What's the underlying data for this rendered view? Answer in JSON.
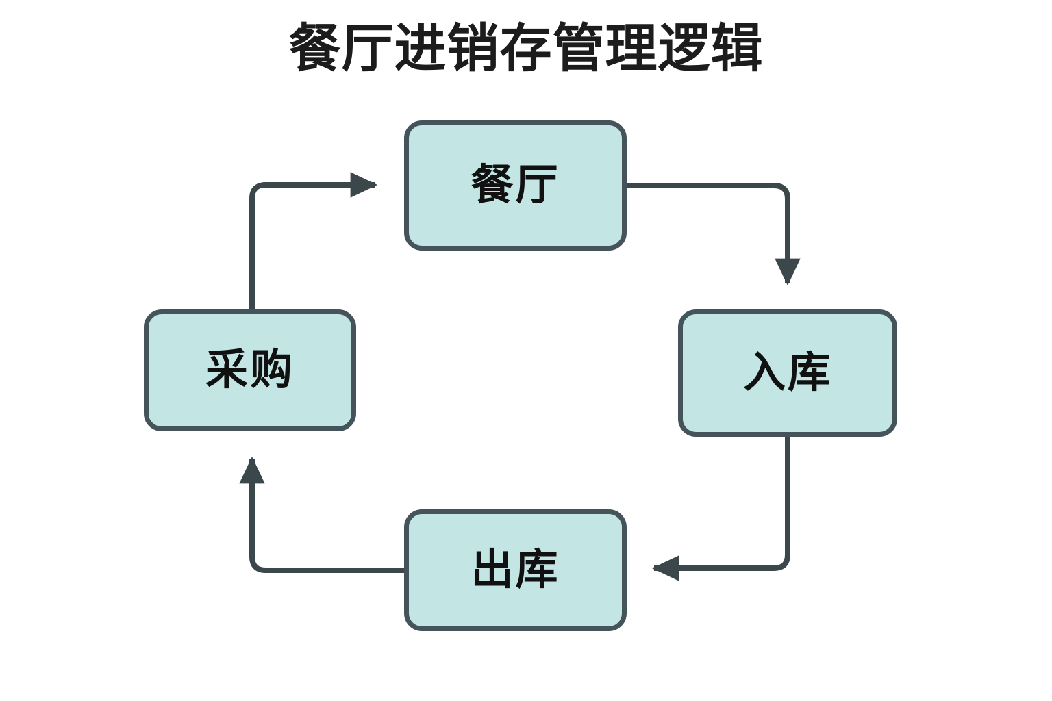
{
  "diagram": {
    "title": "餐厅进销存管理逻辑",
    "background_color": "#ffffff",
    "title_color": "#1c1c1c",
    "node_fill_color": "#c3e5e4",
    "node_border_color": "#44545a",
    "edge_color": "#3b474b",
    "type": "cycle-flowchart",
    "nodes": [
      {
        "id": "restaurant",
        "label": "餐厅",
        "position": "top"
      },
      {
        "id": "inbound",
        "label": "入库",
        "position": "right"
      },
      {
        "id": "outbound",
        "label": "出库",
        "position": "bottom"
      },
      {
        "id": "purchase",
        "label": "采购",
        "position": "left"
      }
    ],
    "edges": [
      {
        "from": "restaurant",
        "to": "inbound",
        "from_side": "right",
        "to_side": "top",
        "arrow": "to"
      },
      {
        "from": "inbound",
        "to": "outbound",
        "from_side": "bottom",
        "to_side": "right",
        "arrow": "to"
      },
      {
        "from": "outbound",
        "to": "purchase",
        "from_side": "left",
        "to_side": "bottom",
        "arrow": "to"
      },
      {
        "from": "purchase",
        "to": "restaurant",
        "from_side": "top",
        "to_side": "left",
        "arrow": "to"
      }
    ]
  }
}
